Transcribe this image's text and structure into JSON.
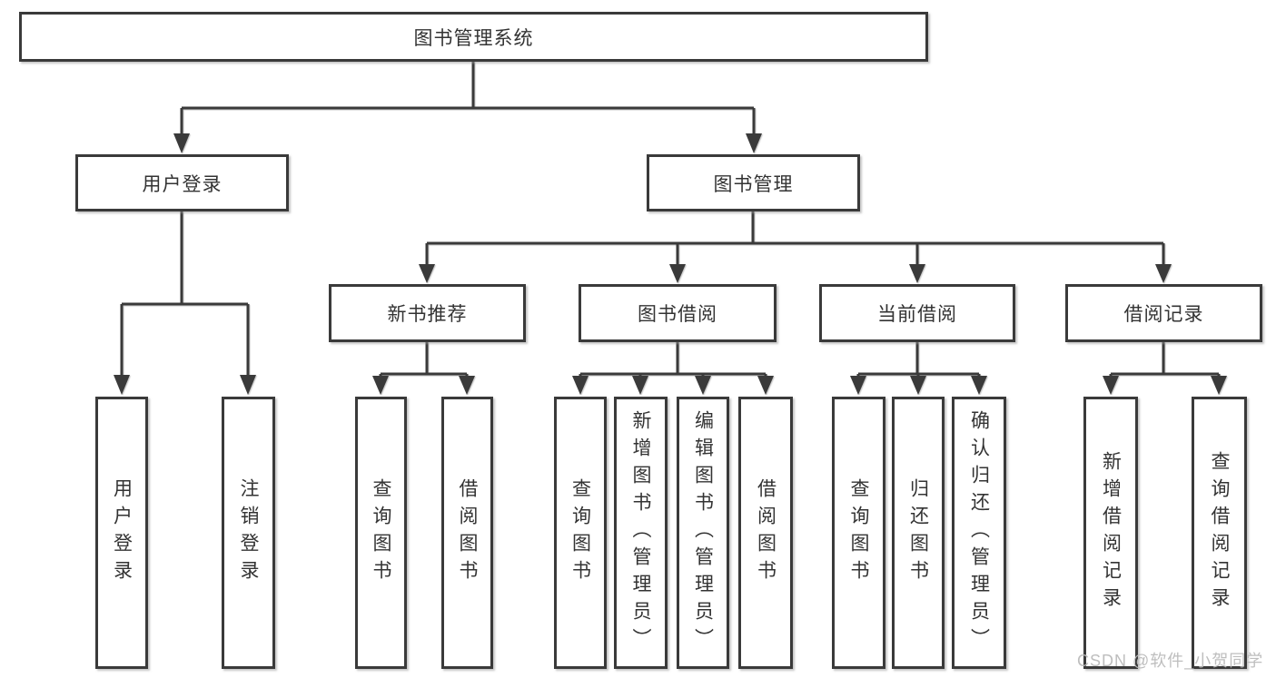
{
  "diagram": {
    "root_label": "图书管理系统",
    "level2": [
      "用户登录",
      "图书管理"
    ],
    "level3": [
      "新书推荐",
      "图书借阅",
      "当前借阅",
      "借阅记录"
    ],
    "leaves_login": [
      "用户登录",
      "注销登录"
    ],
    "leaves_newbook": [
      "查询图书",
      "借阅图书"
    ],
    "leaves_borrow": [
      "查询图书",
      "新增图书（管理员）",
      "编辑图书（管理员）",
      "借阅图书"
    ],
    "leaves_current": [
      "查询图书",
      "归还图书",
      "确认归还（管理员）"
    ],
    "leaves_records": [
      "新增借阅记录",
      "查询借阅记录"
    ]
  },
  "watermark": "CSDN @软件_小贺同学",
  "colors": {
    "line": "#3a3a3a",
    "box_border": "#3a3a3a",
    "box_fill": "#ffffff",
    "text": "#333333",
    "watermark": "#bababa"
  }
}
